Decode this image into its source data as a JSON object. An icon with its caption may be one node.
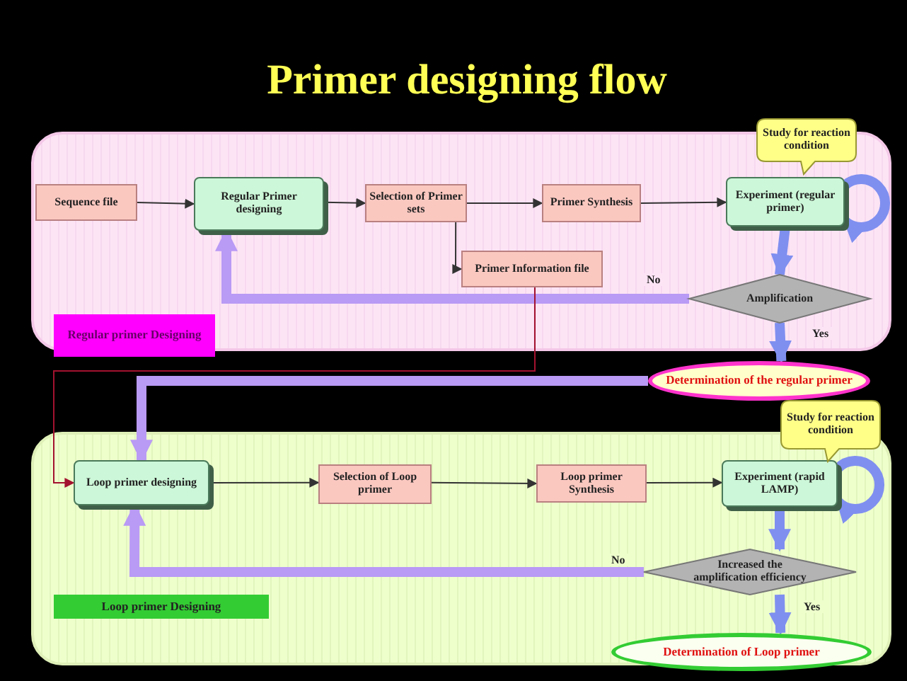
{
  "diagram": {
    "title": "Primer designing flow",
    "nodes": [
      {
        "text": [],
        "shape": "box"
      },
      {
        "text": [
          "Sequence file"
        ],
        "in": 0
      },
      {
        "text": [
          "Regular Primer designing"
        ],
        "in": 0
      },
      {
        "text": [
          "Selection of Primer sets"
        ],
        "in": 0
      },
      {
        "text": [
          "Primer Synthesis"
        ],
        "in": 0
      },
      {
        "text": [
          "Study for reaction condition"
        ]
      },
      {
        "text": [
          "Experiment (regular primer)"
        ],
        "in": 0
      },
      {
        "text": [
          "Primer Information file"
        ],
        "in": 0
      },
      {
        "text": [
          "Amplification"
        ],
        "in": 0
      },
      {
        "text": [
          "Regular primer Designing"
        ]
      },
      {
        "text": [
          "Determination of the regular primer"
        ]
      },
      {
        "text": [],
        "shape": "box"
      },
      {
        "text": [
          "Loop primer designing"
        ],
        "in": 11
      },
      {
        "text": [
          "Selection of Loop primer"
        ],
        "in": 11
      },
      {
        "text": [
          "Loop primer Synthesis"
        ],
        "in": 11
      },
      {
        "text": [
          "Study for reaction condition"
        ]
      },
      {
        "text": [
          "Experiment (rapid LAMP)"
        ],
        "in": 11
      },
      {
        "text": [
          "Increased the amplification efficiency"
        ],
        "in": 11
      },
      {
        "text": [
          "Loop primer Designing"
        ],
        "in": 11
      },
      {
        "text": [
          "Determination of Loop primer"
        ]
      }
    ],
    "edges": [
      {
        "from": 1,
        "to": 2,
        "arrow": "to"
      },
      {
        "from": 2,
        "to": 3,
        "arrow": "to"
      },
      {
        "from": 3,
        "to": 4,
        "arrow": "to"
      },
      {
        "from": 4,
        "to": 6,
        "arrow": "to"
      },
      {
        "from": 3,
        "to": 7,
        "arrow": "to"
      },
      {
        "from": 6,
        "to": 8,
        "arrow": "to",
        "style": "thick",
        "color": "#7f8ff0"
      },
      {
        "from": 8,
        "to": 2,
        "arrow": "to",
        "label": "No",
        "style": "thick",
        "color": "#b99af5"
      },
      {
        "from": 8,
        "to": 10,
        "arrow": "to",
        "label": "Yes",
        "style": "thick",
        "color": "#7f8ff0"
      },
      {
        "from": 6,
        "to": 6,
        "arrow": "to",
        "style": "thick",
        "color": "#7f8ff0"
      },
      {
        "from": 7,
        "to": 12,
        "arrow": "to",
        "color": "#a3122f"
      },
      {
        "from": 10,
        "to": 12,
        "arrow": "to",
        "style": "thick",
        "color": "#b99af5"
      },
      {
        "from": 12,
        "to": 13,
        "arrow": "to"
      },
      {
        "from": 13,
        "to": 14,
        "arrow": "to"
      },
      {
        "from": 14,
        "to": 16,
        "arrow": "to"
      },
      {
        "from": 16,
        "to": 17,
        "arrow": "to",
        "style": "thick",
        "color": "#7f8ff0"
      },
      {
        "from": 17,
        "to": 12,
        "arrow": "to",
        "label": "No",
        "style": "thick",
        "color": "#b99af5"
      },
      {
        "from": 17,
        "to": 19,
        "arrow": "to",
        "label": "Yes",
        "style": "thick",
        "color": "#7f8ff0"
      },
      {
        "from": 16,
        "to": 16,
        "arrow": "to",
        "style": "thick",
        "color": "#7f8ff0"
      }
    ]
  }
}
